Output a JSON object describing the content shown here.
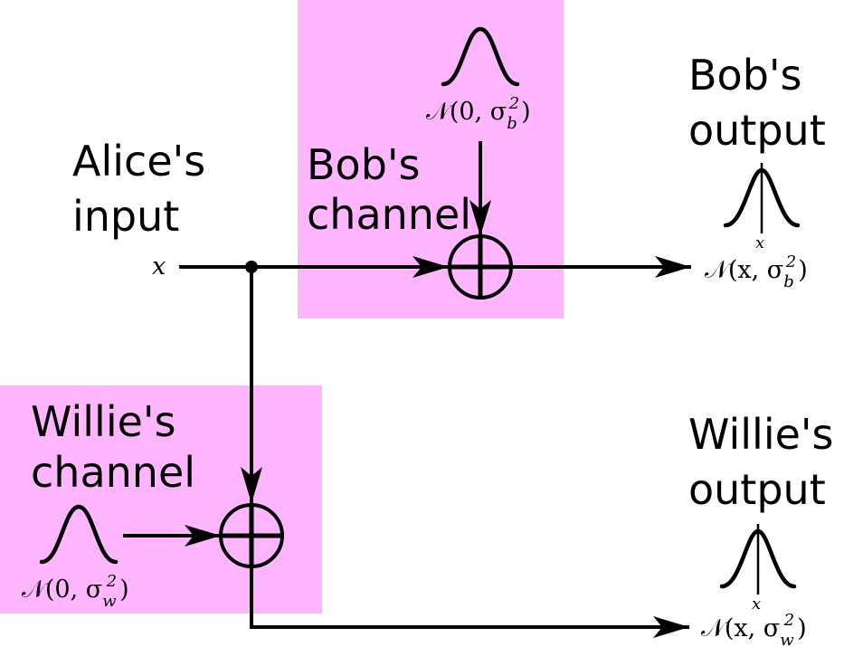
{
  "colors": {
    "channel_fill": "#ffb6ff",
    "stroke": "#000000"
  },
  "alice": {
    "line1": "Alice's",
    "line2": "input",
    "signal": "x"
  },
  "bob": {
    "channel_line1": "Bob's",
    "channel_line2": "channel",
    "noise": {
      "dist": "𝒩(0, σ",
      "sub": "b",
      "sup": "2",
      "close": ")"
    },
    "output_line1": "Bob's",
    "output_line2": "output",
    "output_mean": "x",
    "output_dist": {
      "dist": "𝒩(x, σ",
      "sub": "b",
      "sup": "2",
      "close": ")"
    }
  },
  "willie": {
    "channel_line1": "Willie's",
    "channel_line2": "channel",
    "noise": {
      "dist": "𝒩(0, σ",
      "sub": "w",
      "sup": "2",
      "close": ")"
    },
    "output_line1": "Willie's",
    "output_line2": "output",
    "output_mean": "x",
    "output_dist": {
      "dist": "𝒩(x, σ",
      "sub": "w",
      "sup": "2",
      "close": ")"
    }
  }
}
